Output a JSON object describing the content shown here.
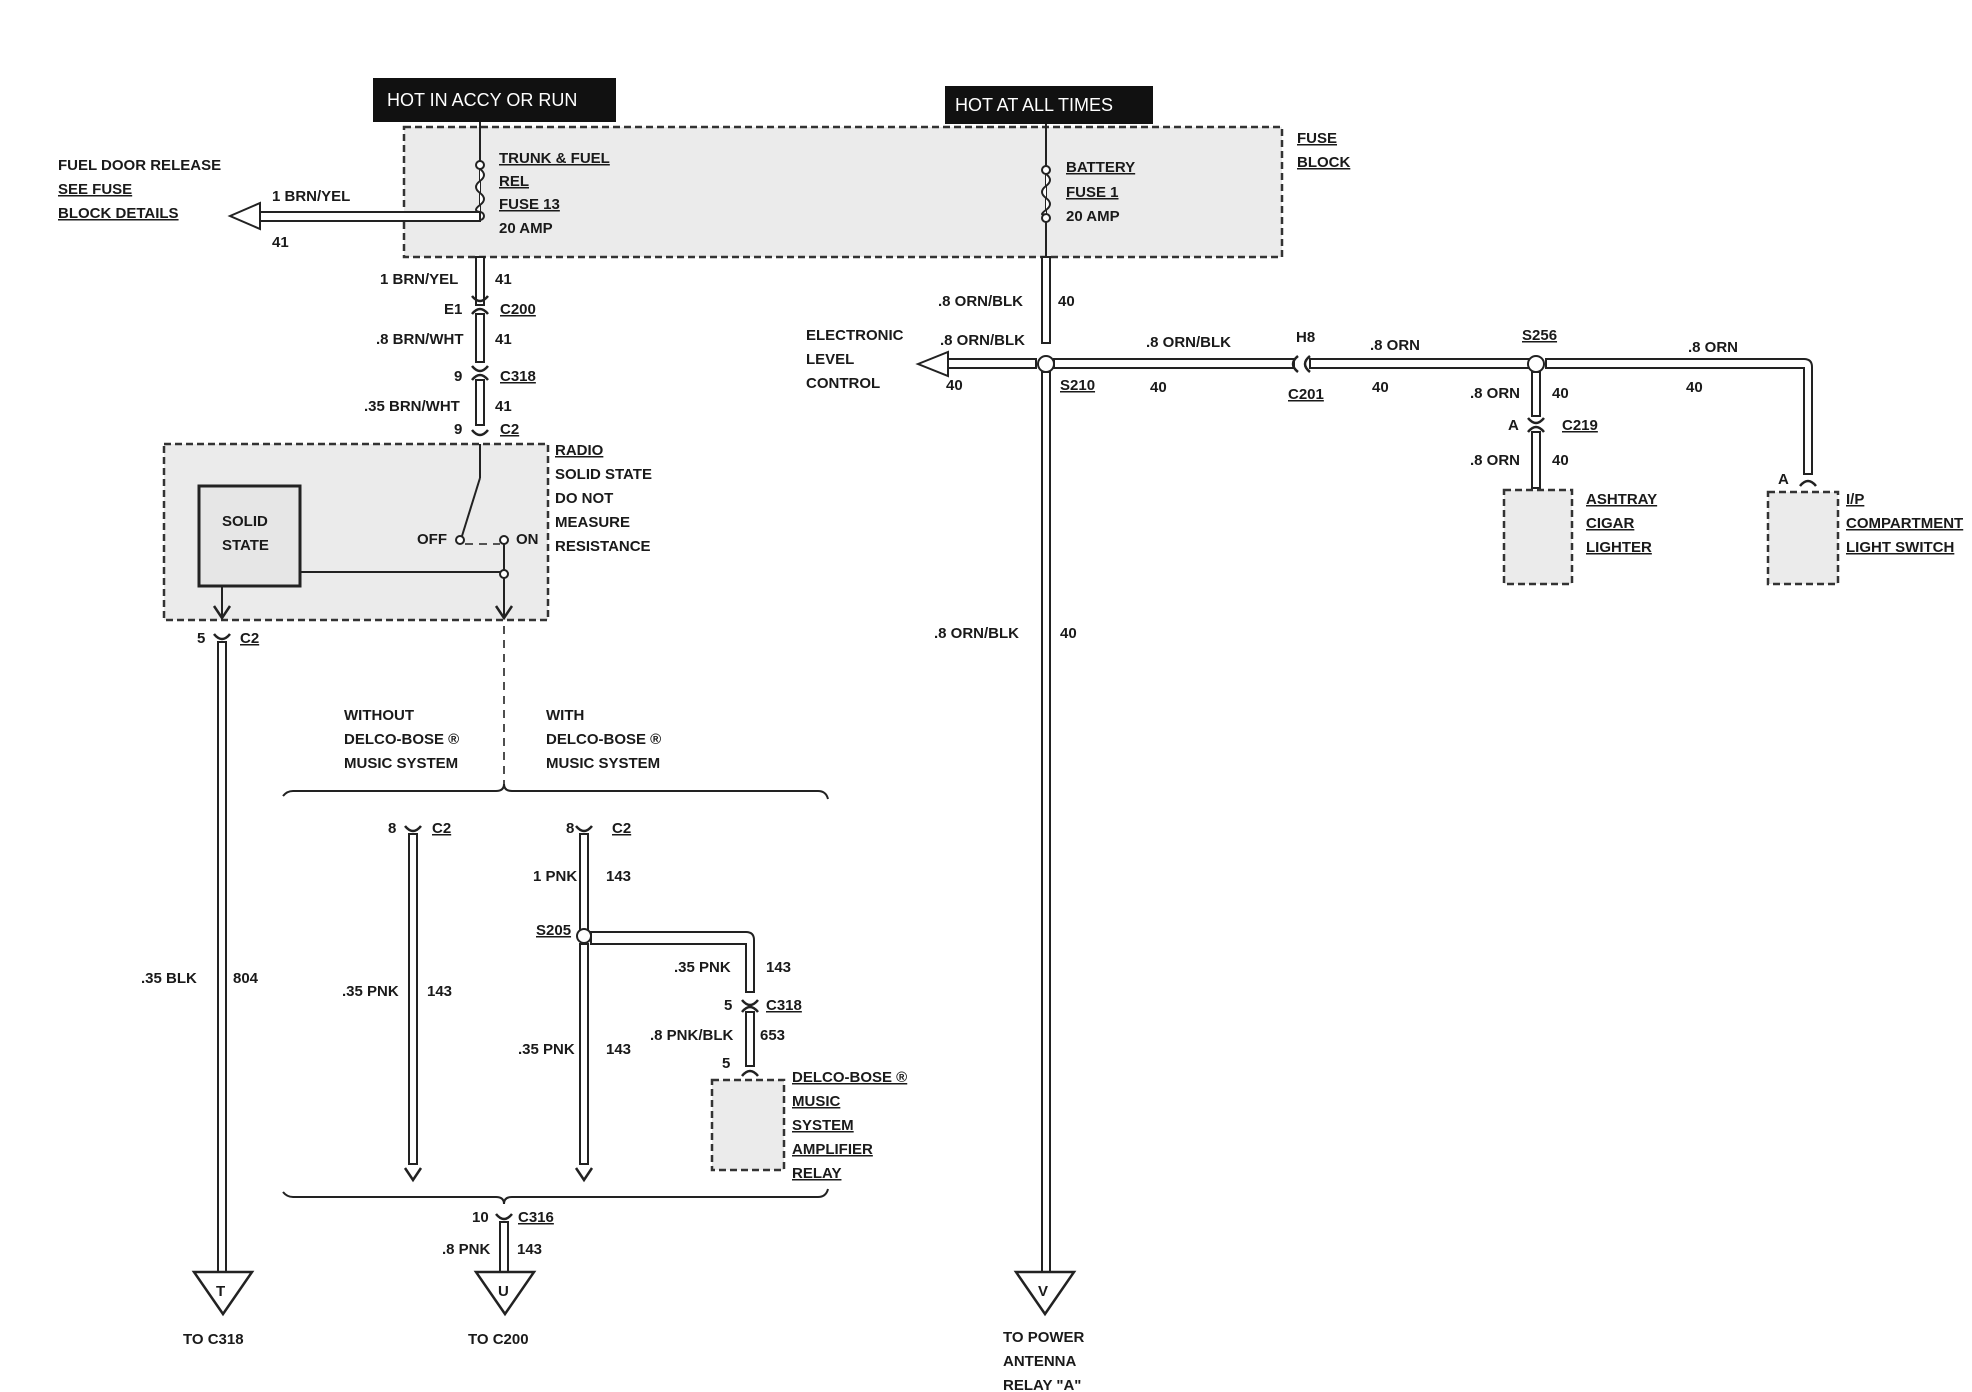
{
  "headers": {
    "accy_run": "HOT IN ACCY OR RUN",
    "all_times": "HOT AT ALL TIMES"
  },
  "fuse_block": {
    "label1": "FUSE",
    "label2": "BLOCK",
    "fuse13": [
      "TRUNK & FUEL",
      "REL",
      "FUSE 13",
      "20 AMP"
    ],
    "fuse1": [
      "BATTERY",
      "FUSE 1",
      "20 AMP"
    ]
  },
  "fuel_door": {
    "lines": [
      "FUEL DOOR RELEASE",
      "SEE FUSE",
      "BLOCK DETAILS"
    ],
    "wire": "1 BRN/YEL",
    "circuit": "41"
  },
  "left_column": {
    "w1": "1 BRN/YEL",
    "c1": "41",
    "e1": "E1",
    "c200": "C200",
    "w2": ".8 BRN/WHT",
    "c2": "41",
    "pin9a": "9",
    "c318": "C318",
    "w3": ".35 BRN/WHT",
    "c3": "41",
    "pin9b": "9",
    "c2conn": "C2"
  },
  "radio": {
    "label": [
      "RADIO",
      "SOLID STATE",
      "DO NOT",
      "MEASURE",
      "RESISTANCE"
    ],
    "solid_state": [
      "SOLID",
      "STATE"
    ],
    "off": "OFF",
    "on": "ON"
  },
  "output_t": {
    "pin": "5",
    "conn": "C2",
    "wire": ".35 BLK",
    "circuit": "804",
    "letter": "T",
    "dest": "TO C318"
  },
  "bose": {
    "without": [
      "WITHOUT",
      "DELCO-BOSE ®",
      "MUSIC SYSTEM"
    ],
    "with": [
      "WITH",
      "DELCO-BOSE ®",
      "MUSIC SYSTEM"
    ],
    "wo_pin": "8",
    "wo_conn": "C2",
    "wo_wire": ".35 PNK",
    "wo_circuit": "143",
    "w_pin": "8",
    "w_conn": "C2",
    "w_wire1": "1 PNK",
    "w_circuit1": "143",
    "splice": "S205",
    "w_wire2": ".35 PNK",
    "w_circuit2": "143",
    "branch_wire": ".35 PNK",
    "branch_circuit": "143",
    "branch_pin": "5",
    "branch_conn": "C318",
    "branch_wire2": ".8 PNK/BLK",
    "branch_circuit2": "653",
    "relay_pin": "5",
    "relay": [
      "DELCO-BOSE ®",
      "MUSIC",
      "SYSTEM",
      "AMPLIFIER",
      "RELAY"
    ]
  },
  "output_u": {
    "pin": "10",
    "conn": "C316",
    "wire": ".8 PNK",
    "circuit": "143",
    "letter": "U",
    "dest": "TO C200"
  },
  "right": {
    "w1": ".8 ORN/BLK",
    "c1": "40",
    "elc": [
      "ELECTRONIC",
      "LEVEL",
      "CONTROL"
    ],
    "elc_wire": ".8 ORN/BLK",
    "elc_circuit": "40",
    "s210": "S210",
    "h_wire": ".8 ORN/BLK",
    "h_circuit": "40",
    "h8": "H8",
    "c201": "C201",
    "h_wire2": ".8 ORN",
    "h_circuit2": "40",
    "s256": "S256",
    "r_wire": ".8 ORN",
    "r_circuit": "40",
    "d_wire1": ".8 ORN",
    "d_circuit1": "40",
    "pin_a": "A",
    "c219": "C219",
    "d_wire2": ".8 ORN",
    "d_circuit2": "40",
    "ashtray": [
      "ASHTRAY",
      "CIGAR",
      "LIGHTER"
    ],
    "ip_pin": "A",
    "ip": [
      "I/P",
      "COMPARTMENT",
      "LIGHT SWITCH"
    ],
    "v_wire": ".8 ORN/BLK",
    "v_circuit": "40",
    "letter": "V",
    "dest": [
      "TO POWER",
      "ANTENNA",
      "RELAY \"A\""
    ]
  }
}
